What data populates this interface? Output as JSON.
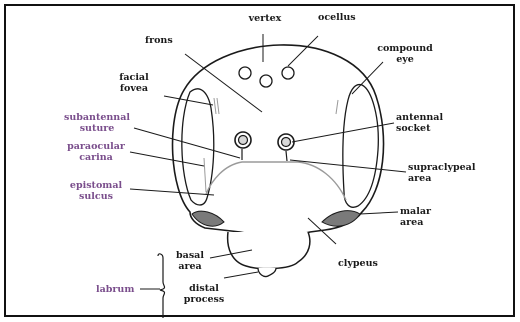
{
  "diagram": {
    "labels": {
      "vertex": "vertex",
      "ocellus": "ocellus",
      "frons": "frons",
      "compound_eye": "compound\neye",
      "facial_fovea": "facial\nfovea",
      "antennal_socket": "antennal\nsocket",
      "subantennal_suture": "subantennal\nsuture",
      "paraocular_carina": "paraocular\ncarina",
      "supraclypeal_area": "supraclypeal\narea",
      "epistomal_sulcus": "epistomal\nsulcus",
      "malar_area": "malar\narea",
      "basal_area": "basal\narea",
      "clypeus": "clypeus",
      "labrum": "labrum",
      "distal_process": "distal\nprocess"
    },
    "colors": {
      "outline": "#1a1a1a",
      "label_text": "#1a1a1a",
      "purple_label_text": "#7a4e8c",
      "gray_sulcus": "#9a9a9a",
      "shading": "#7a7a7a",
      "border": "#111111",
      "background": "#ffffff"
    }
  }
}
